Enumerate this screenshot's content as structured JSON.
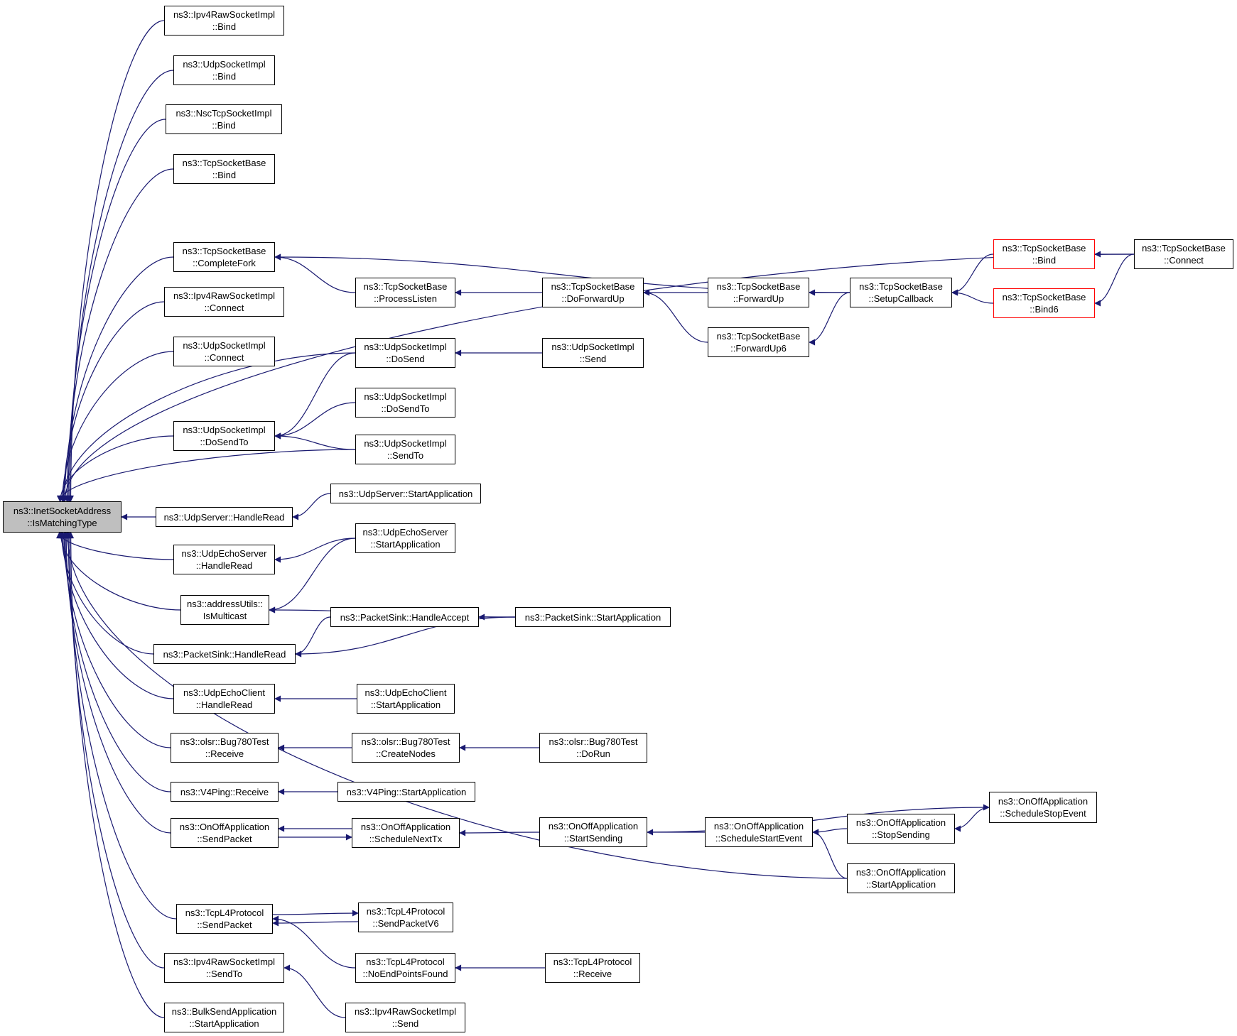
{
  "graph": {
    "edge_color": "#191970",
    "focus_fill": "#bfbfbf",
    "truncated_border_color": "#ff0000",
    "nodes": [
      {
        "id": "focus",
        "lines": [
          "ns3::InetSocketAddress",
          "::IsMatchingType"
        ],
        "focus": true
      },
      {
        "id": "ipv4raw_bind",
        "lines": [
          "ns3::Ipv4RawSocketImpl",
          "::Bind"
        ]
      },
      {
        "id": "udp_bind",
        "lines": [
          "ns3::UdpSocketImpl",
          "::Bind"
        ]
      },
      {
        "id": "nsc_bind",
        "lines": [
          "ns3::NscTcpSocketImpl",
          "::Bind"
        ]
      },
      {
        "id": "tcpbase_bind",
        "lines": [
          "ns3::TcpSocketBase",
          "::Bind"
        ]
      },
      {
        "id": "completefork",
        "lines": [
          "ns3::TcpSocketBase",
          "::CompleteFork"
        ]
      },
      {
        "id": "ipv4raw_connect",
        "lines": [
          "ns3::Ipv4RawSocketImpl",
          "::Connect"
        ]
      },
      {
        "id": "udp_connect",
        "lines": [
          "ns3::UdpSocketImpl",
          "::Connect"
        ]
      },
      {
        "id": "udp_dosendto",
        "lines": [
          "ns3::UdpSocketImpl",
          "::DoSendTo"
        ]
      },
      {
        "id": "udpserver_handleread",
        "lines": [
          "ns3::UdpServer::HandleRead"
        ]
      },
      {
        "id": "udpecho_server_handleread",
        "lines": [
          "ns3::UdpEchoServer",
          "::HandleRead"
        ]
      },
      {
        "id": "ismulticast",
        "lines": [
          "ns3::addressUtils::",
          "IsMulticast"
        ]
      },
      {
        "id": "packetsink_handleread",
        "lines": [
          "ns3::PacketSink::HandleRead"
        ]
      },
      {
        "id": "udpecho_client_handleread",
        "lines": [
          "ns3::UdpEchoClient",
          "::HandleRead"
        ]
      },
      {
        "id": "bug780_receive",
        "lines": [
          "ns3::olsr::Bug780Test",
          "::Receive"
        ]
      },
      {
        "id": "v4ping_receive",
        "lines": [
          "ns3::V4Ping::Receive"
        ]
      },
      {
        "id": "onoff_sendpacket",
        "lines": [
          "ns3::OnOffApplication",
          "::SendPacket"
        ]
      },
      {
        "id": "tcpl4_sendpacket",
        "lines": [
          "ns3::TcpL4Protocol",
          "::SendPacket"
        ]
      },
      {
        "id": "ipv4raw_sendto",
        "lines": [
          "ns3::Ipv4RawSocketImpl",
          "::SendTo"
        ]
      },
      {
        "id": "bulksend_start",
        "lines": [
          "ns3::BulkSendApplication",
          "::StartApplication"
        ]
      },
      {
        "id": "processlisten",
        "lines": [
          "ns3::TcpSocketBase",
          "::ProcessListen"
        ]
      },
      {
        "id": "udp_dosend",
        "lines": [
          "ns3::UdpSocketImpl",
          "::DoSend"
        ]
      },
      {
        "id": "udp_dosendto2",
        "lines": [
          "ns3::UdpSocketImpl",
          "::DoSendTo"
        ]
      },
      {
        "id": "udp_sendto",
        "lines": [
          "ns3::UdpSocketImpl",
          "::SendTo"
        ]
      },
      {
        "id": "udpserver_start",
        "lines": [
          "ns3::UdpServer::StartApplication"
        ]
      },
      {
        "id": "udpecho_server_start",
        "lines": [
          "ns3::UdpEchoServer",
          "::StartApplication"
        ]
      },
      {
        "id": "packetsink_handleaccept",
        "lines": [
          "ns3::PacketSink::HandleAccept"
        ]
      },
      {
        "id": "udpecho_client_start",
        "lines": [
          "ns3::UdpEchoClient",
          "::StartApplication"
        ]
      },
      {
        "id": "bug780_createnodes",
        "lines": [
          "ns3::olsr::Bug780Test",
          "::CreateNodes"
        ]
      },
      {
        "id": "v4ping_start",
        "lines": [
          "ns3::V4Ping::StartApplication"
        ]
      },
      {
        "id": "onoff_schedulenexttx",
        "lines": [
          "ns3::OnOffApplication",
          "::ScheduleNextTx"
        ]
      },
      {
        "id": "tcpl4_sendpacketv6",
        "lines": [
          "ns3::TcpL4Protocol",
          "::SendPacketV6"
        ]
      },
      {
        "id": "tcpl4_noendpoints",
        "lines": [
          "ns3::TcpL4Protocol",
          "::NoEndPointsFound"
        ]
      },
      {
        "id": "ipv4raw_send",
        "lines": [
          "ns3::Ipv4RawSocketImpl",
          "::Send"
        ]
      },
      {
        "id": "doforwardup",
        "lines": [
          "ns3::TcpSocketBase",
          "::DoForwardUp"
        ]
      },
      {
        "id": "udp_send",
        "lines": [
          "ns3::UdpSocketImpl",
          "::Send"
        ]
      },
      {
        "id": "packetsink_start",
        "lines": [
          "ns3::PacketSink::StartApplication"
        ]
      },
      {
        "id": "bug780_dorun",
        "lines": [
          "ns3::olsr::Bug780Test",
          "::DoRun"
        ]
      },
      {
        "id": "onoff_startsending",
        "lines": [
          "ns3::OnOffApplication",
          "::StartSending"
        ]
      },
      {
        "id": "tcpl4_receive",
        "lines": [
          "ns3::TcpL4Protocol",
          "::Receive"
        ]
      },
      {
        "id": "forwardup",
        "lines": [
          "ns3::TcpSocketBase",
          "::ForwardUp"
        ]
      },
      {
        "id": "forwardup6",
        "lines": [
          "ns3::TcpSocketBase",
          "::ForwardUp6"
        ]
      },
      {
        "id": "onoff_schedulestart",
        "lines": [
          "ns3::OnOffApplication",
          "::ScheduleStartEvent"
        ]
      },
      {
        "id": "setupcallback",
        "lines": [
          "ns3::TcpSocketBase",
          "::SetupCallback"
        ]
      },
      {
        "id": "onoff_stopsending",
        "lines": [
          "ns3::OnOffApplication",
          "::StopSending"
        ]
      },
      {
        "id": "onoff_startapp",
        "lines": [
          "ns3::OnOffApplication",
          "::StartApplication"
        ]
      },
      {
        "id": "tcpbase_bind_red",
        "lines": [
          "ns3::TcpSocketBase",
          "::Bind"
        ],
        "truncated": true
      },
      {
        "id": "tcpbase_bind6_red",
        "lines": [
          "ns3::TcpSocketBase",
          "::Bind6"
        ],
        "truncated": true
      },
      {
        "id": "onoff_schedulestop",
        "lines": [
          "ns3::OnOffApplication",
          "::ScheduleStopEvent"
        ]
      },
      {
        "id": "tcpbase_connect",
        "lines": [
          "ns3::TcpSocketBase",
          "::Connect"
        ]
      }
    ],
    "edges": [
      {
        "from": "ipv4raw_bind",
        "to": "focus"
      },
      {
        "from": "udp_bind",
        "to": "focus"
      },
      {
        "from": "nsc_bind",
        "to": "focus"
      },
      {
        "from": "tcpbase_bind",
        "to": "focus"
      },
      {
        "from": "tcpbase_connect",
        "to": "focus"
      },
      {
        "from": "completefork",
        "to": "focus"
      },
      {
        "from": "ipv4raw_connect",
        "to": "focus"
      },
      {
        "from": "udp_connect",
        "to": "focus"
      },
      {
        "from": "udp_dosend",
        "to": "focus"
      },
      {
        "from": "udp_dosendto",
        "to": "focus"
      },
      {
        "from": "udp_sendto",
        "to": "focus"
      },
      {
        "from": "udpserver_handleread",
        "to": "focus"
      },
      {
        "from": "udpecho_server_handleread",
        "to": "focus"
      },
      {
        "from": "ismulticast",
        "to": "focus"
      },
      {
        "from": "packetsink_handleread",
        "to": "focus"
      },
      {
        "from": "udpecho_client_handleread",
        "to": "focus"
      },
      {
        "from": "bug780_receive",
        "to": "focus"
      },
      {
        "from": "v4ping_receive",
        "to": "focus"
      },
      {
        "from": "onoff_sendpacket",
        "to": "focus"
      },
      {
        "from": "onoff_startapp",
        "to": "focus"
      },
      {
        "from": "tcpl4_sendpacket",
        "to": "focus"
      },
      {
        "from": "ipv4raw_sendto",
        "to": "focus"
      },
      {
        "from": "bulksend_start",
        "to": "focus"
      },
      {
        "from": "processlisten",
        "to": "completefork"
      },
      {
        "from": "setupcallback",
        "to": "completefork"
      },
      {
        "from": "doforwardup",
        "to": "processlisten"
      },
      {
        "from": "forwardup",
        "to": "doforwardup"
      },
      {
        "from": "forwardup6",
        "to": "doforwardup"
      },
      {
        "from": "setupcallback",
        "to": "forwardup"
      },
      {
        "from": "setupcallback",
        "to": "forwardup6"
      },
      {
        "from": "tcpbase_bind_red",
        "to": "setupcallback"
      },
      {
        "from": "tcpbase_bind6_red",
        "to": "setupcallback"
      },
      {
        "from": "tcpbase_connect",
        "to": "tcpbase_bind_red"
      },
      {
        "from": "tcpbase_connect",
        "to": "tcpbase_bind6_red"
      },
      {
        "from": "udp_send",
        "to": "udp_dosend"
      },
      {
        "from": "udp_dosend",
        "to": "udp_dosendto"
      },
      {
        "from": "udp_dosendto2",
        "to": "udp_dosendto"
      },
      {
        "from": "udp_sendto",
        "to": "udp_dosendto"
      },
      {
        "from": "udpserver_start",
        "to": "udpserver_handleread"
      },
      {
        "from": "udpecho_server_start",
        "to": "udpecho_server_handleread"
      },
      {
        "from": "udpecho_server_start",
        "to": "ismulticast"
      },
      {
        "from": "packetsink_start",
        "to": "ismulticast"
      },
      {
        "from": "packetsink_handleaccept",
        "to": "packetsink_handleread"
      },
      {
        "from": "packetsink_start",
        "to": "packetsink_handleread"
      },
      {
        "from": "packetsink_start",
        "to": "packetsink_handleaccept"
      },
      {
        "from": "udpecho_client_start",
        "to": "udpecho_client_handleread"
      },
      {
        "from": "bug780_createnodes",
        "to": "bug780_receive"
      },
      {
        "from": "bug780_dorun",
        "to": "bug780_createnodes"
      },
      {
        "from": "v4ping_start",
        "to": "v4ping_receive"
      },
      {
        "from": "onoff_schedulenexttx",
        "to": "onoff_sendpacket"
      },
      {
        "from": "onoff_sendpacket",
        "to": "onoff_schedulenexttx"
      },
      {
        "from": "onoff_startsending",
        "to": "onoff_schedulenexttx"
      },
      {
        "from": "onoff_schedulestart",
        "to": "onoff_startsending"
      },
      {
        "from": "onoff_startsending",
        "to": "onoff_schedulestop"
      },
      {
        "from": "onoff_stopsending",
        "to": "onoff_schedulestart"
      },
      {
        "from": "onoff_startapp",
        "to": "onoff_schedulestart"
      },
      {
        "from": "onoff_schedulestop",
        "to": "onoff_stopsending"
      },
      {
        "from": "tcpl4_sendpacketv6",
        "to": "tcpl4_sendpacket"
      },
      {
        "from": "tcpl4_sendpacket",
        "to": "tcpl4_sendpacketv6"
      },
      {
        "from": "tcpl4_noendpoints",
        "to": "tcpl4_sendpacket"
      },
      {
        "from": "tcpl4_receive",
        "to": "tcpl4_noendpoints"
      },
      {
        "from": "ipv4raw_send",
        "to": "ipv4raw_sendto"
      }
    ]
  }
}
